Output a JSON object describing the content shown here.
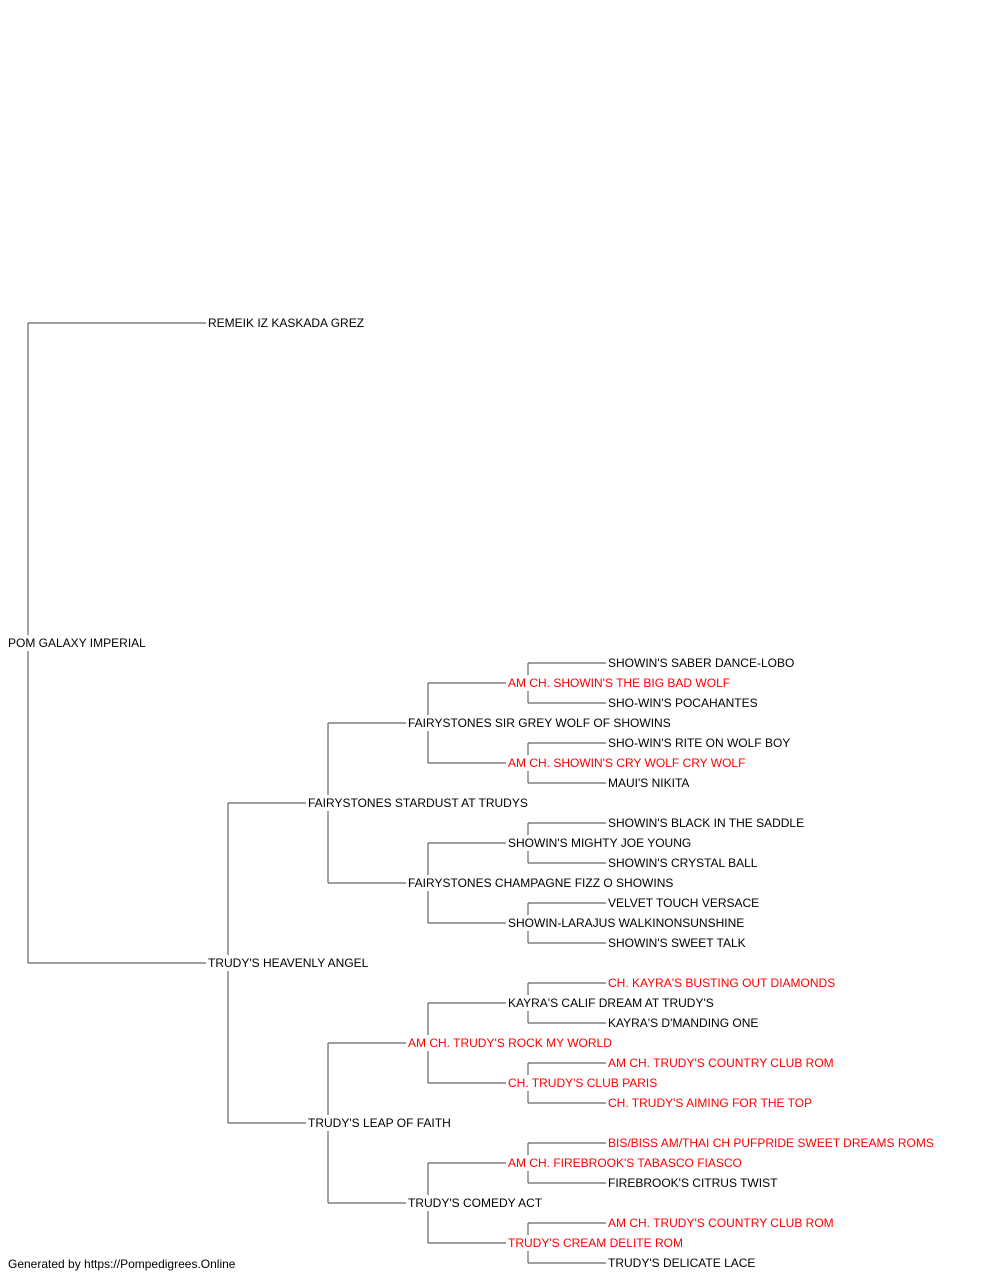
{
  "colors": {
    "line": "#666666",
    "text": "#000000",
    "champion": "#ff0000"
  },
  "pedigree": {
    "name": "POM GALAXY IMPERIAL",
    "sire": {
      "name": "REMEIK IZ KASKADA GREZ"
    },
    "dam": {
      "name": "TRUDY'S HEAVENLY ANGEL",
      "sire": {
        "name": "FAIRYSTONES STARDUST AT TRUDYS",
        "sire": {
          "name": "FAIRYSTONES SIR GREY WOLF OF SHOWINS",
          "sire": {
            "name": "AM CH. SHOWIN'S THE BIG BAD WOLF",
            "champion": true,
            "sire": {
              "name": "SHOWIN'S SABER DANCE-LOBO"
            },
            "dam": {
              "name": "SHO-WIN'S POCAHANTES"
            }
          },
          "dam": {
            "name": "AM CH. SHOWIN'S CRY WOLF CRY WOLF",
            "champion": true,
            "sire": {
              "name": "SHO-WIN'S RITE ON WOLF BOY"
            },
            "dam": {
              "name": "MAUI'S NIKITA"
            }
          }
        },
        "dam": {
          "name": "FAIRYSTONES CHAMPAGNE FIZZ O SHOWINS",
          "sire": {
            "name": "SHOWIN'S MIGHTY JOE YOUNG",
            "sire": {
              "name": "SHOWIN'S BLACK IN THE SADDLE"
            },
            "dam": {
              "name": "SHOWIN'S CRYSTAL BALL"
            }
          },
          "dam": {
            "name": "SHOWIN-LARAJUS WALKINONSUNSHINE",
            "sire": {
              "name": "VELVET TOUCH VERSACE"
            },
            "dam": {
              "name": "SHOWIN'S SWEET TALK"
            }
          }
        }
      },
      "dam": {
        "name": "TRUDY'S LEAP OF FAITH",
        "sire": {
          "name": "AM CH. TRUDY'S ROCK MY WORLD",
          "champion": true,
          "sire": {
            "name": "KAYRA'S CALIF DREAM AT TRUDY'S",
            "sire": {
              "name": "CH. KAYRA'S BUSTING OUT DIAMONDS",
              "champion": true
            },
            "dam": {
              "name": "KAYRA'S D'MANDING ONE"
            }
          },
          "dam": {
            "name": "CH. TRUDY'S CLUB PARIS",
            "champion": true,
            "sire": {
              "name": "AM CH. TRUDY'S COUNTRY CLUB ROM",
              "champion": true
            },
            "dam": {
              "name": "CH. TRUDY'S AIMING FOR THE TOP",
              "champion": true
            }
          }
        },
        "dam": {
          "name": "TRUDY'S COMEDY ACT",
          "sire": {
            "name": "AM CH. FIREBROOK'S TABASCO FIASCO",
            "champion": true,
            "sire": {
              "name": "BIS/BISS AM/THAI CH PUFPRIDE SWEET DREAMS ROMS",
              "champion": true
            },
            "dam": {
              "name": "FIREBROOK'S CITRUS TWIST"
            }
          },
          "dam": {
            "name": "TRUDY'S CREAM DELITE ROM",
            "champion": true,
            "sire": {
              "name": "AM CH. TRUDY'S COUNTRY CLUB ROM",
              "champion": true
            },
            "dam": {
              "name": "TRUDY'S DELICATE LACE"
            }
          }
        }
      }
    }
  },
  "footer": "Generated by https://Pompedigrees.Online"
}
